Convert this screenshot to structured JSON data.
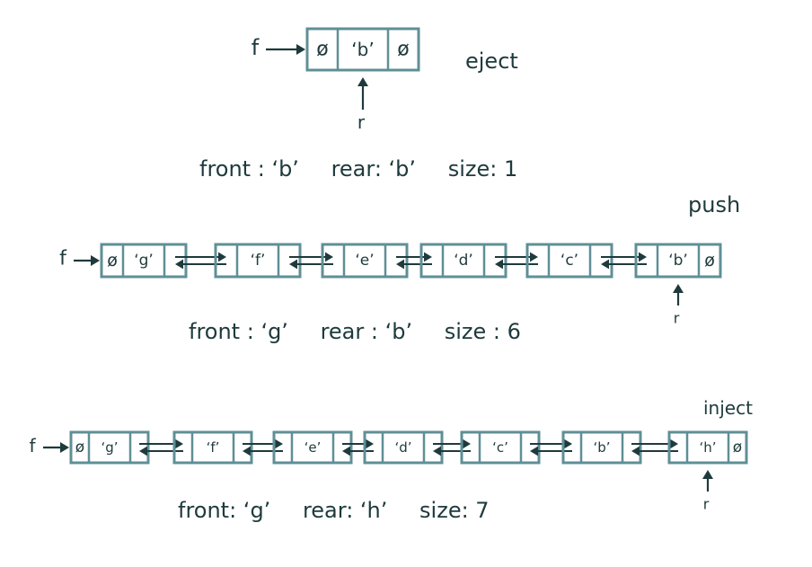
{
  "colors": {
    "ink": "#1e3a3c",
    "box_stroke": "#5f8f96"
  },
  "pointer_labels": {
    "front": "f",
    "rear": "r"
  },
  "null_symbol": "ø",
  "states": [
    {
      "operation": "eject",
      "nodes": [
        "‘b’"
      ],
      "front": "front : ‘b’",
      "rear": "rear: ‘b’",
      "size": "size: 1"
    },
    {
      "operation": "push",
      "nodes": [
        "‘g’",
        "‘f’",
        "‘e’",
        "‘d’",
        "‘c’",
        "‘b’"
      ],
      "front": "front : ‘g’",
      "rear": "rear : ‘b’",
      "size": "size : 6"
    },
    {
      "operation": "inject",
      "nodes": [
        "‘g’",
        "‘f’",
        "‘e’",
        "‘d’",
        "‘c’",
        "‘b’",
        "‘h’"
      ],
      "front": "front: ‘g’",
      "rear": "rear: ‘h’",
      "size": "size: 7"
    }
  ]
}
